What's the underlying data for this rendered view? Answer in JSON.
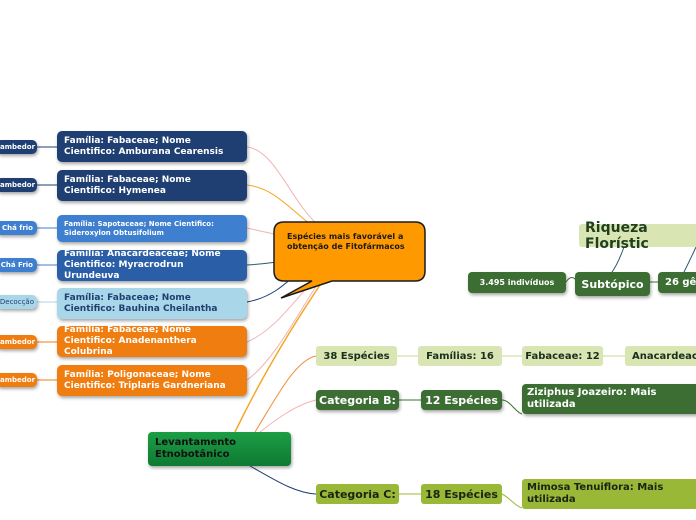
{
  "central": {
    "label": "Espécies mais favorável a obtenção de Fitofármacos"
  },
  "left_tags": [
    "ambedor",
    "ambedor",
    "Chá frio",
    "Chá Frio",
    "Decocção",
    "ambedor",
    "ambedor"
  ],
  "families": [
    "Família: Fabaceae; Nome Cientifico: Amburana Cearensis",
    "Família: Fabaceae; Nome Cientifico: Hymenea",
    "Família: Sapotaceae; Nome Cientifico: Sideroxylon Obtusifolium",
    "Família: Anacardeaceae; Nome Cientifico: Myracrodrun Urundeuva",
    "Família: Fabaceae; Nome Cientifico: Bauhina Cheilantha",
    "Família: Fabaceae; Nome Cientifico: Anadenanthera Colubrina",
    "Família: Poligonaceae; Nome Cientifico: Triplaris Gardneriana"
  ],
  "levantamento": {
    "label": "Levantamento Etnobotânico"
  },
  "riqueza": {
    "title": "Riqueza Florístic",
    "individuos": "3.495 indivíduos",
    "subtopico": "Subtópico",
    "generos": "26 gê"
  },
  "row_a": {
    "especies": "38 Espécies",
    "familias": "Famílias: 16",
    "fabaceae": "Fabaceae: 12",
    "anacard": "Anacardeac"
  },
  "row_b": {
    "categoria": "Categoria B:",
    "especies": "12 Espécies",
    "destaque": "Ziziphus Joazeiro: Mais utilizada"
  },
  "row_c": {
    "categoria": "Categoria C:",
    "especies": "18 Espécies",
    "destaque": "Mimosa Tenuiflora: Mais utilizada"
  }
}
